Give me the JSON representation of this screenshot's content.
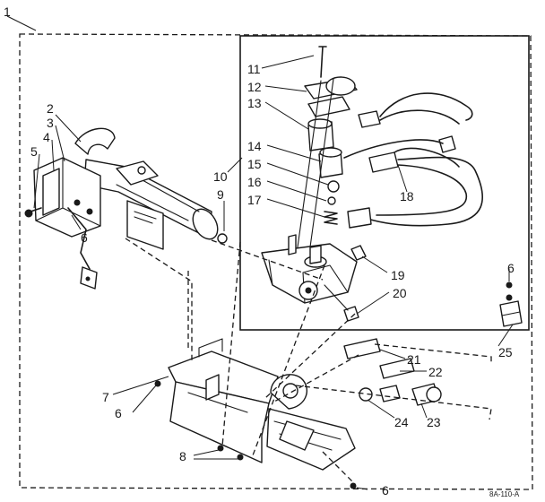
{
  "diagram": {
    "callouts": [
      "1",
      "2",
      "3",
      "4",
      "5",
      "6",
      "6",
      "6",
      "6",
      "7",
      "8",
      "9",
      "10",
      "11",
      "12",
      "13",
      "14",
      "15",
      "16",
      "17",
      "18",
      "19",
      "20",
      "21",
      "22",
      "23",
      "24",
      "25"
    ],
    "drawing_code": "8A-110-A"
  }
}
